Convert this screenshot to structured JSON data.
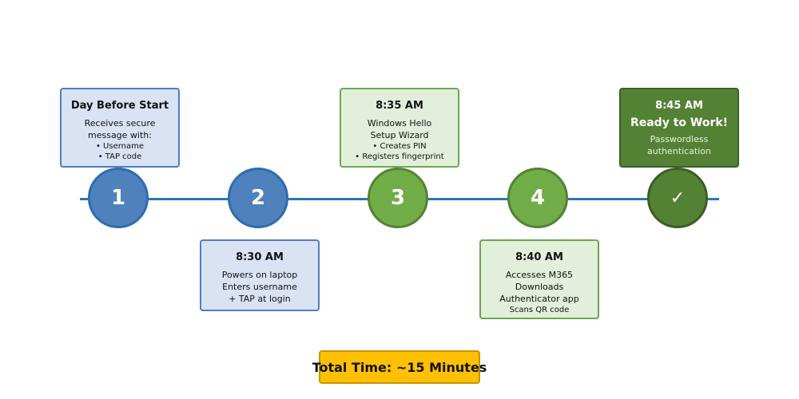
{
  "steps": [
    {
      "node": "1",
      "title": "Day Before Start",
      "lines": [
        "Receives secure",
        "message with:"
      ],
      "small": [
        "• Username",
        "• TAP code"
      ]
    },
    {
      "node": "2",
      "title": "8:30 AM",
      "lines": [
        "Powers on laptop",
        "Enters username",
        "+ TAP at login"
      ],
      "small": []
    },
    {
      "node": "3",
      "title": "8:35 AM",
      "lines": [
        "Windows Hello",
        "Setup Wizard"
      ],
      "small": [
        "• Creates PIN",
        "• Registers fingerprint"
      ]
    },
    {
      "node": "4",
      "title": "8:40 AM",
      "lines": [
        "Accesses M365",
        "Downloads",
        "Authenticator app"
      ],
      "small": [
        "Scans QR code"
      ]
    },
    {
      "node": "✓",
      "title": "8:45 AM",
      "headline": "Ready to Work!",
      "lines": [
        "Passwordless",
        "authentication"
      ],
      "small": []
    }
  ],
  "total": "Total Time: ~15 Minutes",
  "colors": {
    "timeline": "#2e75b6",
    "blue_node": "#4f81bd",
    "green_node": "#70ad47",
    "dark_node": "#548235",
    "total_bg": "#ffc000"
  }
}
